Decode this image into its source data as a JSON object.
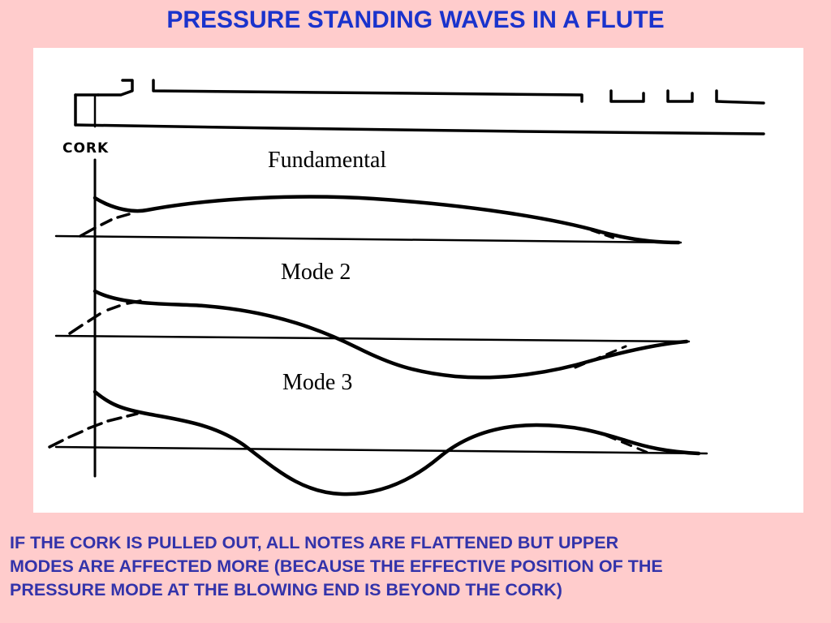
{
  "title": "PRESSURE STANDING WAVES IN A FLUTE",
  "diagram": {
    "cork_label": "CORK",
    "modes": [
      {
        "label": "Fundamental"
      },
      {
        "label": "Mode 2"
      },
      {
        "label": "Mode 3"
      }
    ]
  },
  "caption": {
    "lines": [
      "IF THE CORK IS PULLED OUT, ALL NOTES ARE FLATTENED BUT UPPER",
      "MODES ARE AFFECTED MORE (BECAUSE THE EFFECTIVE POSITION OF THE",
      "PRESSURE MODE AT THE BLOWING END IS BEYOND THE CORK)"
    ]
  }
}
